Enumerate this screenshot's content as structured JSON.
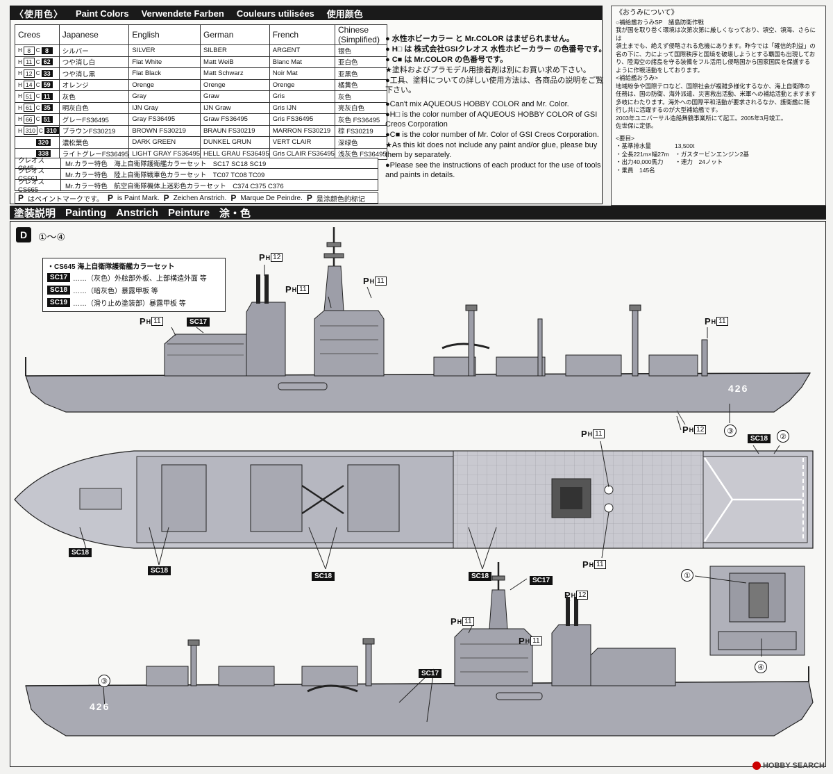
{
  "colors_section": {
    "header": [
      "〈使用色〉",
      "Paint Colors",
      "Verwendete Farben",
      "Couleurs utilisées",
      "使用颜色"
    ],
    "columns": [
      "Creos",
      "Japanese",
      "English",
      "German",
      "French",
      "Chinese (Simplified)"
    ],
    "rows": [
      {
        "h": "8",
        "c": "8",
        "ja": "シルバー",
        "en": "SILVER",
        "de": "SILBER",
        "fr": "ARGENT",
        "zh": "银色"
      },
      {
        "h": "11",
        "c": "62",
        "ja": "つや消し白",
        "en": "Flat White",
        "de": "Matt WeiB",
        "fr": "Blanc Mat",
        "zh": "亚白色"
      },
      {
        "h": "12",
        "c": "33",
        "ja": "つや消し黒",
        "en": "Flat Black",
        "de": "Matt Schwarz",
        "fr": "Noir Mat",
        "zh": "亚黑色"
      },
      {
        "h": "14",
        "c": "59",
        "ja": "オレンジ",
        "en": "Orenge",
        "de": "Orenge",
        "fr": "Orenge",
        "zh": "橘黄色"
      },
      {
        "h": "51",
        "c": "11",
        "ja": "灰色",
        "en": "Gray",
        "de": "Graw",
        "fr": "Gris",
        "zh": "灰色"
      },
      {
        "h": "61",
        "c": "35",
        "ja": "明灰白色",
        "en": "IJN Gray",
        "de": "IJN Graw",
        "fr": "Gris IJN",
        "zh": "亮灰白色"
      },
      {
        "h": "66",
        "c": "51",
        "ja": "グレーFS36495",
        "en": "Gray FS36495",
        "de": "Graw FS36495",
        "fr": "Gris FS36495",
        "zh": "灰色 FS36495"
      },
      {
        "h": "310",
        "c": "310",
        "ja": "ブラウンFS30219",
        "en": "BROWN FS30219",
        "de": "BRAUN FS30219",
        "fr": "MARRON FS30219",
        "zh": "棕 FS30219"
      },
      {
        "h": "",
        "c": "320",
        "ja": "濃松葉色",
        "en": "DARK GREEN",
        "de": "DUNKEL GRUN",
        "fr": "VERT CLAIR",
        "zh": "深绿色"
      },
      {
        "h": "",
        "c": "338",
        "ja": "ライトグレーFS36495",
        "en": "LIGHT GRAY FS36495",
        "de": "HELL GRAU FS36495",
        "fr": "Gris CLAIR FS36495",
        "zh": "浅灰色 FS36495"
      }
    ],
    "sets": [
      {
        "code": "クレオス C645",
        "name": "Mr.カラー特色　海上自衛隊護衛艦カラーセット　SC17  SC18  SC19"
      },
      {
        "code": "クレオス CS661",
        "name": "Mr.カラー特色　陸上自衛隊戦車色カラーセット　TC07  TC08  TC09"
      },
      {
        "code": "クレオス CS665",
        "name": "Mr.カラー特色　航空自衛隊機体上迷彩色カラーセット　C374  C375  C376"
      }
    ],
    "paint_mark": [
      "はペイントマークです。",
      "is Paint Mark.",
      "Zeichen Anstrich.",
      "Marque De Peindre.",
      "是涂颜色的标记"
    ],
    "notes": [
      "● 水性ホビーカラー と Mr.COLOR はまぜられません。",
      "● H□ は 株式会社GSIクレオス 水性ホビーカラー の色番号です。",
      "● C■ は Mr.COLOR の色番号です。",
      "★塗料およびプラモデル用接着剤は別にお買い求め下さい。",
      "●工具、塗料についての詳しい使用方法は、各商品の説明をご覧下さい。",
      "●Can't mix AQUEOUS HOBBY COLOR and Mr. Color.",
      "●H□ is the color number of AQUEOUS HOBBY COLOR of GSI Creos Corporation",
      "●C■ is the color number of Mr. Color of GSI Creos Corporation.",
      "★As this kit does not include any paint and/or glue, please buy them by separately.",
      "●Please see the instructions of each product for the use of tools and paints in details."
    ]
  },
  "about": {
    "title": "《おうみについて》",
    "subtitle": "○補給艦おうみSP　諸島防衛作戦",
    "body": [
      "我が国を取り巻く環境は次第次第に厳しくなっており、領空、領海、さらには",
      "領土までも、絶えず侵略される危機にあります。昨今では「確信的利益」の",
      "名の下に、力によって国際秩序と国境を破壊しようとする覇国も出現してお",
      "り、陸海空の諸島を守る装備をフル活用し侵略国から国家国民を保護する",
      "ように作戦活動をしております。",
      "<補給艦おうみ>",
      "地域紛争や国際テロなど、国際社会が複雑多様化するなか、海上自衛隊の",
      "任務は、国の防衛、海外派遣、災害救出活動、米軍への補給活動とますます",
      "多岐にわたります。海外への国際平和活動が要求されるなか、護衛艦に随",
      "行し共に活躍するのが大型補給艦です。",
      "2003年ユニバーサル造船舞鶴事業所にて起工。2005年3月竣工。",
      "佐世保に定係。"
    ],
    "specs_title": "<要目>",
    "specs": [
      "・基準排水量　　　　13,500t",
      "・全長221m×幅27m　・ガスタービンエンジン2基",
      "・出力40,000馬力　　・速力　24ノット",
      "・乗員　145名"
    ]
  },
  "painting": {
    "header": [
      "塗装説明",
      "Painting",
      "Anstrich",
      "Peinture",
      "涂・色"
    ],
    "step_label": "D",
    "steps": "①〜④",
    "cs_box": {
      "title": "・CS645 海上自衛隊護衛艦カラーセット",
      "lines": [
        {
          "tag": "SC17",
          "text": "……（灰色）外舷部外板、上部構造外面 等"
        },
        {
          "tag": "SC18",
          "text": "……（暗灰色）暴露甲板 等"
        },
        {
          "tag": "SC19",
          "text": "……（滑り止め塗装部）暴露甲板 等"
        }
      ]
    },
    "hull_number": "426",
    "p": "P",
    "h": "H",
    "h11": "11",
    "h12": "12",
    "sc17": "SC17",
    "sc18": "SC18",
    "n1": "①",
    "n2": "②",
    "n3": "③",
    "n4": "④"
  },
  "watermark": "HOBBY SEARCH"
}
